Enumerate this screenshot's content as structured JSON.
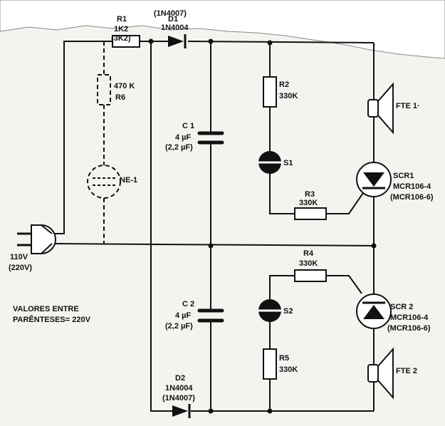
{
  "labels": {
    "r1_name": "R1",
    "r1_value": "1K2",
    "r1_alt": "(3K2)",
    "d1_name": "D1",
    "d1_alt": "(1N4007)",
    "d1_value": "1N4004",
    "r6_value": "470 K",
    "r6_name": "R6",
    "ne1_name": "NE-1",
    "c1_name": "C 1",
    "c1_value": "4 µF",
    "c1_alt": "(2,2 µF)",
    "r2_name": "R2",
    "r2_value": "330K",
    "s1_name": "S1",
    "r3_name": "R3",
    "r3_value": "330K",
    "fte1_name": "FTE 1·",
    "scr1_name": "SCR1",
    "scr1_value": "MCR106-4",
    "scr1_alt": "(MCR106-6)",
    "supply_value": "110V",
    "supply_alt": "(220V)",
    "note_line1": "VALORES ENTRE",
    "note_line2": "PARÊNTESES= 220V",
    "r4_name": "R4",
    "r4_value": "330K",
    "c2_name": "C 2",
    "c2_value": "4 µF",
    "c2_alt": "(2,2 µF)",
    "s2_name": "S2",
    "scr2_name": "SCR 2",
    "scr2_value": "MCR106-4",
    "scr2_alt": "(MCR106-6)",
    "r5_name": "R5",
    "r5_value": "330K",
    "fte2_name": "FTE 2",
    "d2_name": "D2",
    "d2_value": "1N4004",
    "d2_alt": "(1N4007)"
  }
}
